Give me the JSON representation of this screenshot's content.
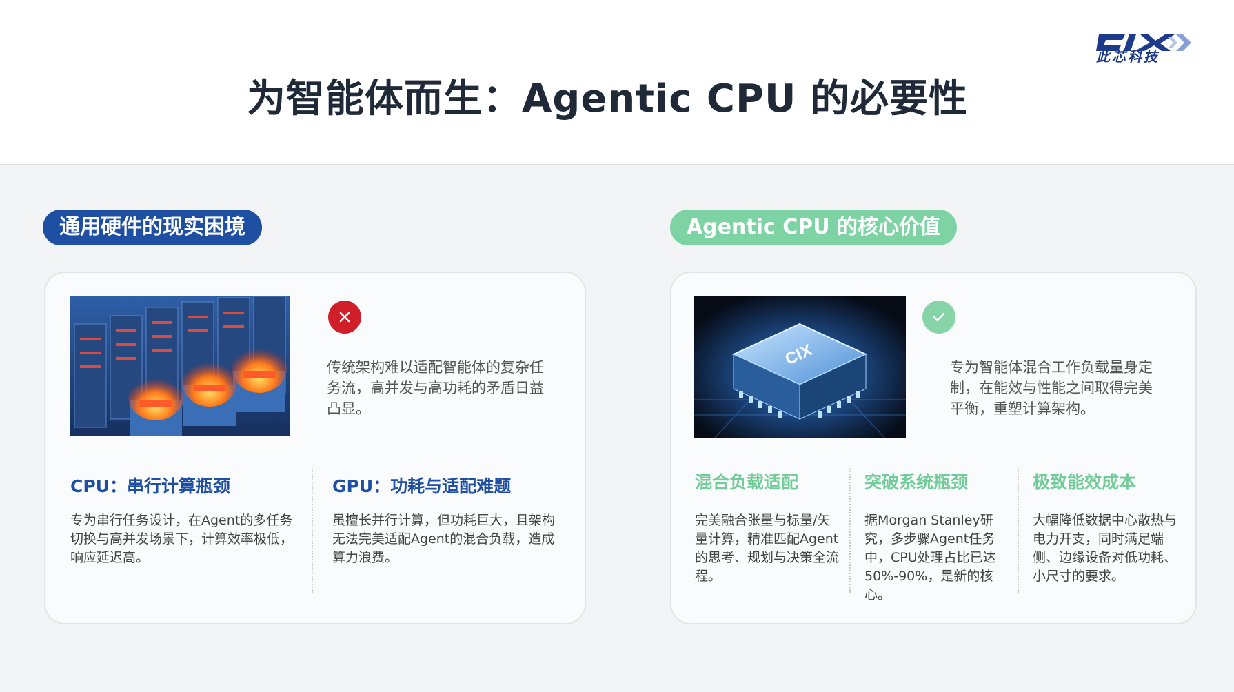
{
  "slide": {
    "title": "为智能体而生：Agentic CPU 的必要性",
    "logo_text": "此芯科技"
  },
  "left": {
    "pill": "通用硬件的现实困境",
    "status_icon": "cross-icon",
    "description": "传统架构难以适配智能体的复杂任务流，高并发与高功耗的矛盾日益凸显。",
    "items": [
      {
        "title": "CPU：串行计算瓶颈",
        "text": "专为串行任务设计，在Agent的多任务切换与高并发场景下，计算效率极低，响应延迟高。"
      },
      {
        "title": "GPU：功耗与适配难题",
        "text": "虽擅长并行计算，但功耗巨大，且架构无法完美适配Agent的混合负载，造成算力浪费。"
      }
    ]
  },
  "right": {
    "pill": "Agentic CPU 的核心价值",
    "status_icon": "check-icon",
    "chip_label": "CIX",
    "description": "专为智能体混合工作负载量身定制，在能效与性能之间取得完美平衡，重塑计算架构。",
    "items": [
      {
        "title": "混合负载适配",
        "text": "完美融合张量与标量/矢量计算，精准匹配Agent的思考、规划与决策全流程。"
      },
      {
        "title": "突破系统瓶颈",
        "text": "据Morgan Stanley研究，多步骤Agent任务中，CPU处理占比已达50%-90%，是新的核心。"
      },
      {
        "title": "极致能效成本",
        "text": "大幅降低数据中心散热与电力开支，同时满足端侧、边缘设备对低功耗、小尺寸的要求。"
      }
    ]
  },
  "colors": {
    "primary_blue": "#1e4fa3",
    "accent_green": "#7dd3a4",
    "error_red": "#d11f2a"
  }
}
